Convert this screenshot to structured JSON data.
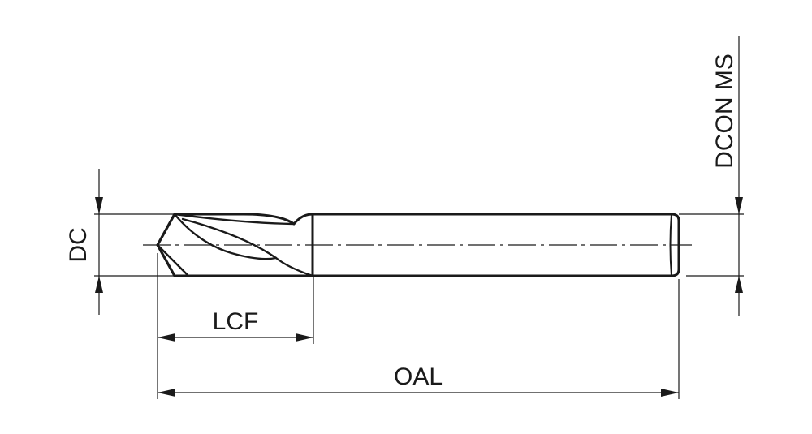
{
  "diagram": {
    "labels": {
      "dc": "DC",
      "lcf": "LCF",
      "oal": "OAL",
      "dcon_ms": "DCON MS"
    },
    "colors": {
      "line": "#1a1a1a",
      "tool_fill": "#c4c4c4",
      "tool_highlight": "#e6e6e6",
      "tool_shadow": "#9a9a9a",
      "background": "#ffffff"
    }
  }
}
